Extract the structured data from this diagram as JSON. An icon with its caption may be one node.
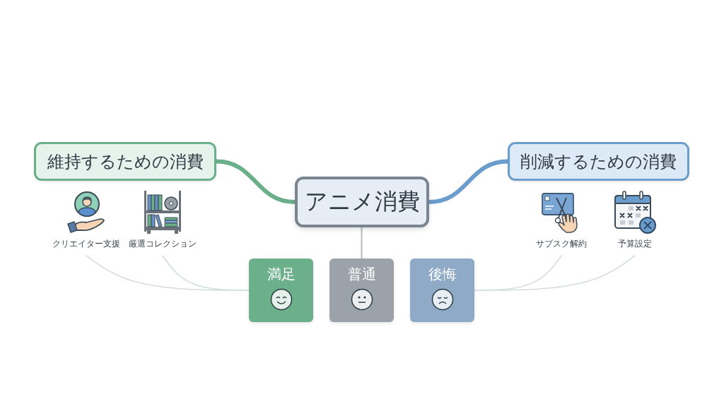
{
  "diagram": {
    "nodes": [
      {
        "text": [
          "維持するための消費"
        ]
      },
      {
        "text": [
          "アニメ消費"
        ]
      },
      {
        "text": [
          "削減するための消費"
        ]
      },
      {
        "text": [
          "クリエイター支援"
        ]
      },
      {
        "text": [
          "厳選コレクション"
        ]
      },
      {
        "text": [
          "サブスク解約"
        ]
      },
      {
        "text": [
          "予算設定"
        ]
      },
      {
        "text": [
          "満足"
        ]
      },
      {
        "text": [
          "普通"
        ]
      },
      {
        "text": [
          "後悔"
        ]
      }
    ],
    "edges": [
      {
        "from": 1,
        "to": 0,
        "arrow": "none",
        "style": "thick",
        "color": "#6aae8a"
      },
      {
        "from": 1,
        "to": 2,
        "arrow": "none",
        "style": "thick",
        "color": "#6a9ccc"
      },
      {
        "from": 1,
        "to": 8,
        "arrow": "none",
        "color": "#b5b9bd"
      },
      {
        "from": 3,
        "to": 7,
        "arrow": "none"
      },
      {
        "from": 4,
        "to": 7,
        "arrow": "none"
      },
      {
        "from": 5,
        "to": 9,
        "arrow": "none"
      },
      {
        "from": 6,
        "to": 9,
        "arrow": "none"
      }
    ]
  }
}
